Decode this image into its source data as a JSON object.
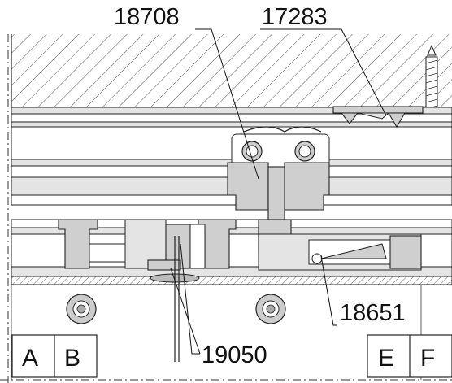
{
  "callouts": {
    "top_left": "18708",
    "top_right": "17283",
    "right_middle": "18651",
    "bottom_middle": "19050"
  },
  "boxes": {
    "left": [
      "A",
      "B"
    ],
    "right": [
      "E",
      "F"
    ]
  },
  "colors": {
    "line": "#222222",
    "part_fill": "#cfcfcf",
    "part_light": "#e4e4e4",
    "background": "#ffffff"
  }
}
